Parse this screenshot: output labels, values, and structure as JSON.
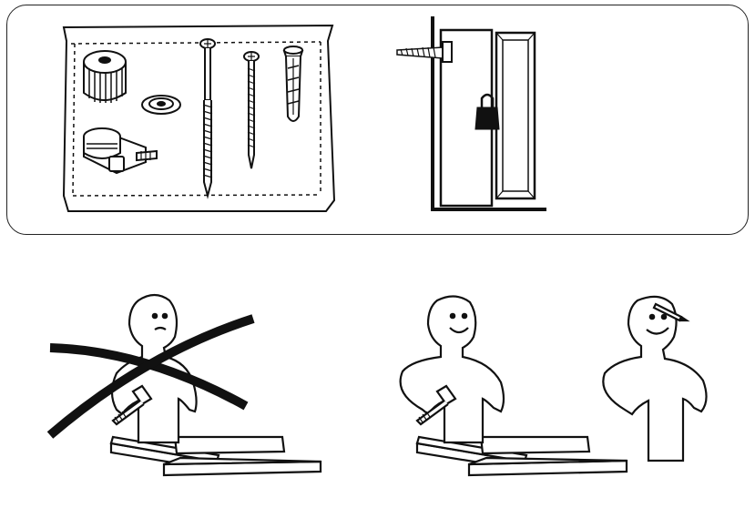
{
  "illustration": {
    "style": "black line-art assembly instruction",
    "colors": {
      "ink": "#111111",
      "paper": "#ffffff"
    },
    "panels": [
      {
        "id": "top",
        "scenes": [
          {
            "name": "hardware-bag",
            "items": [
              "cam-lock-nut-icon",
              "washer-icon",
              "cam-bolt-fitting-icon",
              "long-screw-icon",
              "short-screw-icon",
              "wall-plug-icon"
            ]
          },
          {
            "name": "wall-attachment",
            "items": [
              "wall-screw-icon",
              "padlock-icon",
              "cabinet-door-icon"
            ]
          }
        ]
      },
      {
        "id": "bottom",
        "scenes": [
          {
            "name": "single-person-assembly",
            "status": "crossed-out"
          },
          {
            "name": "two-person-assembly",
            "status": "recommended"
          }
        ]
      }
    ]
  }
}
